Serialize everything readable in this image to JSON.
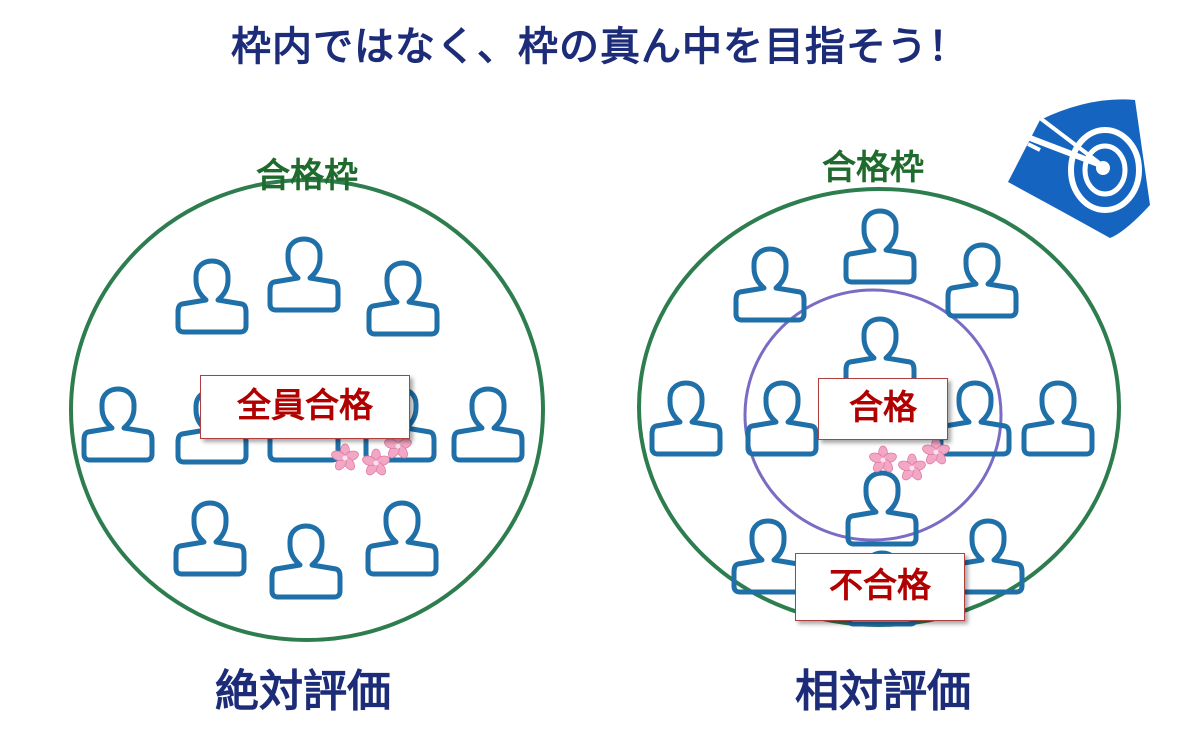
{
  "title": "枠内ではなく、枠の真ん中を目指そう！",
  "left": {
    "frame_label": "合格枠",
    "result_label": "全員合格",
    "eval_label": "絶対評価"
  },
  "right": {
    "frame_label": "合格枠",
    "pass_label": "合格",
    "fail_label": "不合格",
    "eval_label": "相対評価"
  },
  "colors": {
    "title": "#1c2c78",
    "frame_circle": "#2e7d4f",
    "inner_circle": "#7a6cc4",
    "person": "#1f6fa8",
    "label_text": "#b00000",
    "target_icon": "#1565c0"
  },
  "icons": {
    "person": "person-icon",
    "target": "target-arrow-icon",
    "decoration": "sakura-icon"
  }
}
